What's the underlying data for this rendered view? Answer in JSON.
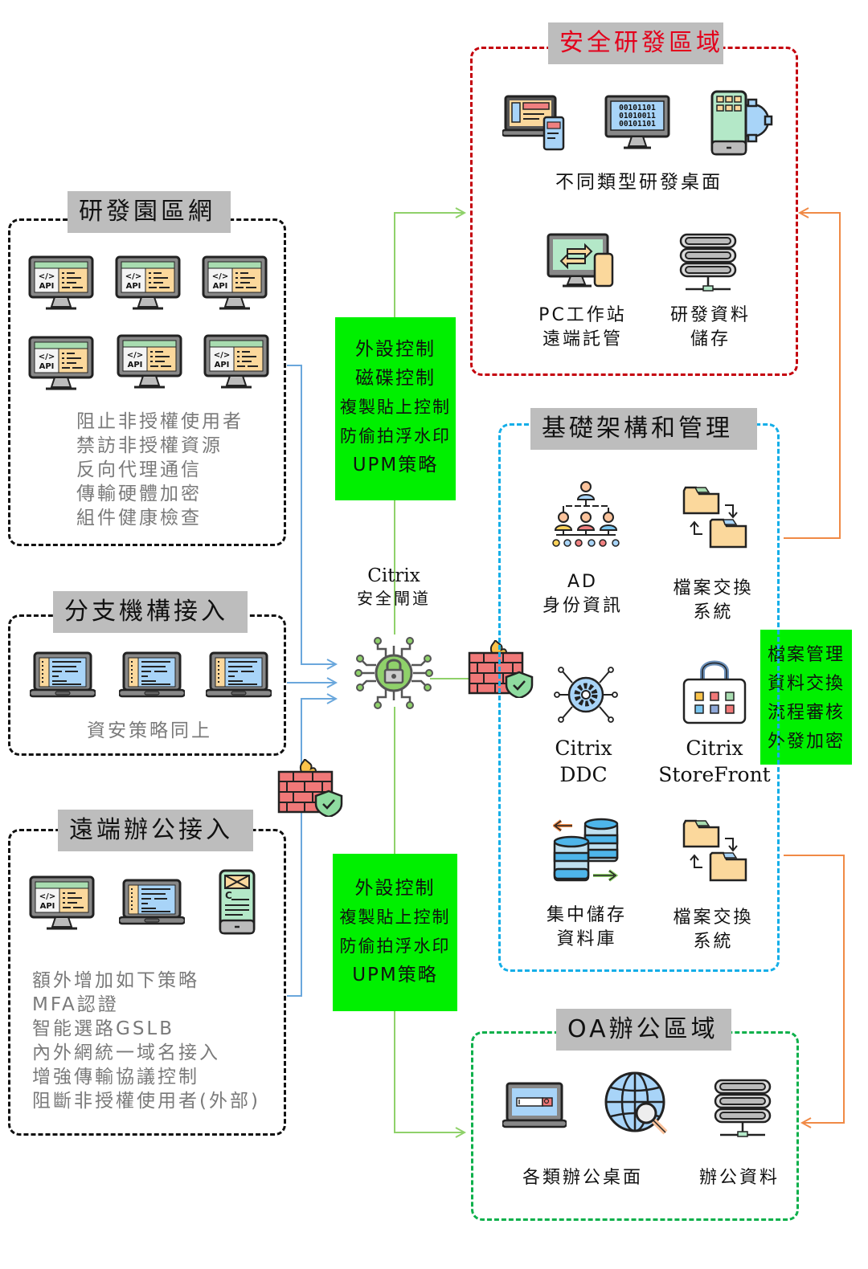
{
  "zones": {
    "secure_rd": {
      "title": "安全研發區域",
      "items": [
        {
          "icon": "laptop-phone-icon",
          "label": ""
        },
        {
          "icon": "binary-monitor-icon",
          "label": ""
        },
        {
          "icon": "mobile-gear-icon",
          "label": ""
        }
      ],
      "desktops_label": "不同類型研發桌面",
      "pc_label": [
        "PC工作站",
        "遠端託管"
      ],
      "storage_label": [
        "研發資料",
        "儲存"
      ]
    },
    "rd_park": {
      "title": "研發園區網",
      "notes": [
        "阻止非授權使用者",
        "禁訪非授權資源",
        "反向代理通信",
        "傳輸硬體加密",
        "組件健康檢查"
      ]
    },
    "branch": {
      "title": "分支機構接入",
      "notes": [
        "資安策略同上"
      ]
    },
    "remote": {
      "title": "遠端辦公接入",
      "notes": [
        "額外增加如下策略",
        "MFA認證",
        "智能選路GSLB",
        "內外網統一域名接入",
        "增強傳輸協議控制",
        "阻斷非授權使用者(外部)"
      ]
    },
    "infra": {
      "title": "基礎架構和管理",
      "ad_label": [
        "AD",
        "身份資訊"
      ],
      "file_exchange_label": [
        "檔案交換",
        "系統"
      ],
      "ddc_label": [
        "Citrix",
        "DDC"
      ],
      "storefront_label": [
        "Citrix",
        "StoreFront"
      ],
      "db_label": [
        "集中儲存",
        "資料庫"
      ],
      "file_exchange2_label": [
        "檔案交換",
        "系統"
      ]
    },
    "oa": {
      "title": "OA辦公區域",
      "desktops_label": "各類辦公桌面",
      "data_label": "辦公資料"
    }
  },
  "gateway": {
    "label": [
      "Citrix",
      "安全閘道"
    ]
  },
  "policy_boxes": {
    "upper": [
      "外設控制",
      "磁碟控制",
      "複製貼上控制",
      "防偷拍浮水印",
      "UPM策略"
    ],
    "lower": [
      "外設控制",
      "複製貼上控制",
      "防偷拍浮水印",
      "UPM策略"
    ],
    "right": [
      "檔案管理",
      "資料交換",
      "流程審核",
      "外發加密"
    ]
  },
  "colors": {
    "secure_zone": "#c4000c",
    "infra_zone": "#14aee8",
    "oa_zone": "#0db04b",
    "policy_box": "#00f000",
    "connector_green": "#8fd16a",
    "connector_blue": "#6aa7dc",
    "connector_orange": "#f08a46"
  }
}
